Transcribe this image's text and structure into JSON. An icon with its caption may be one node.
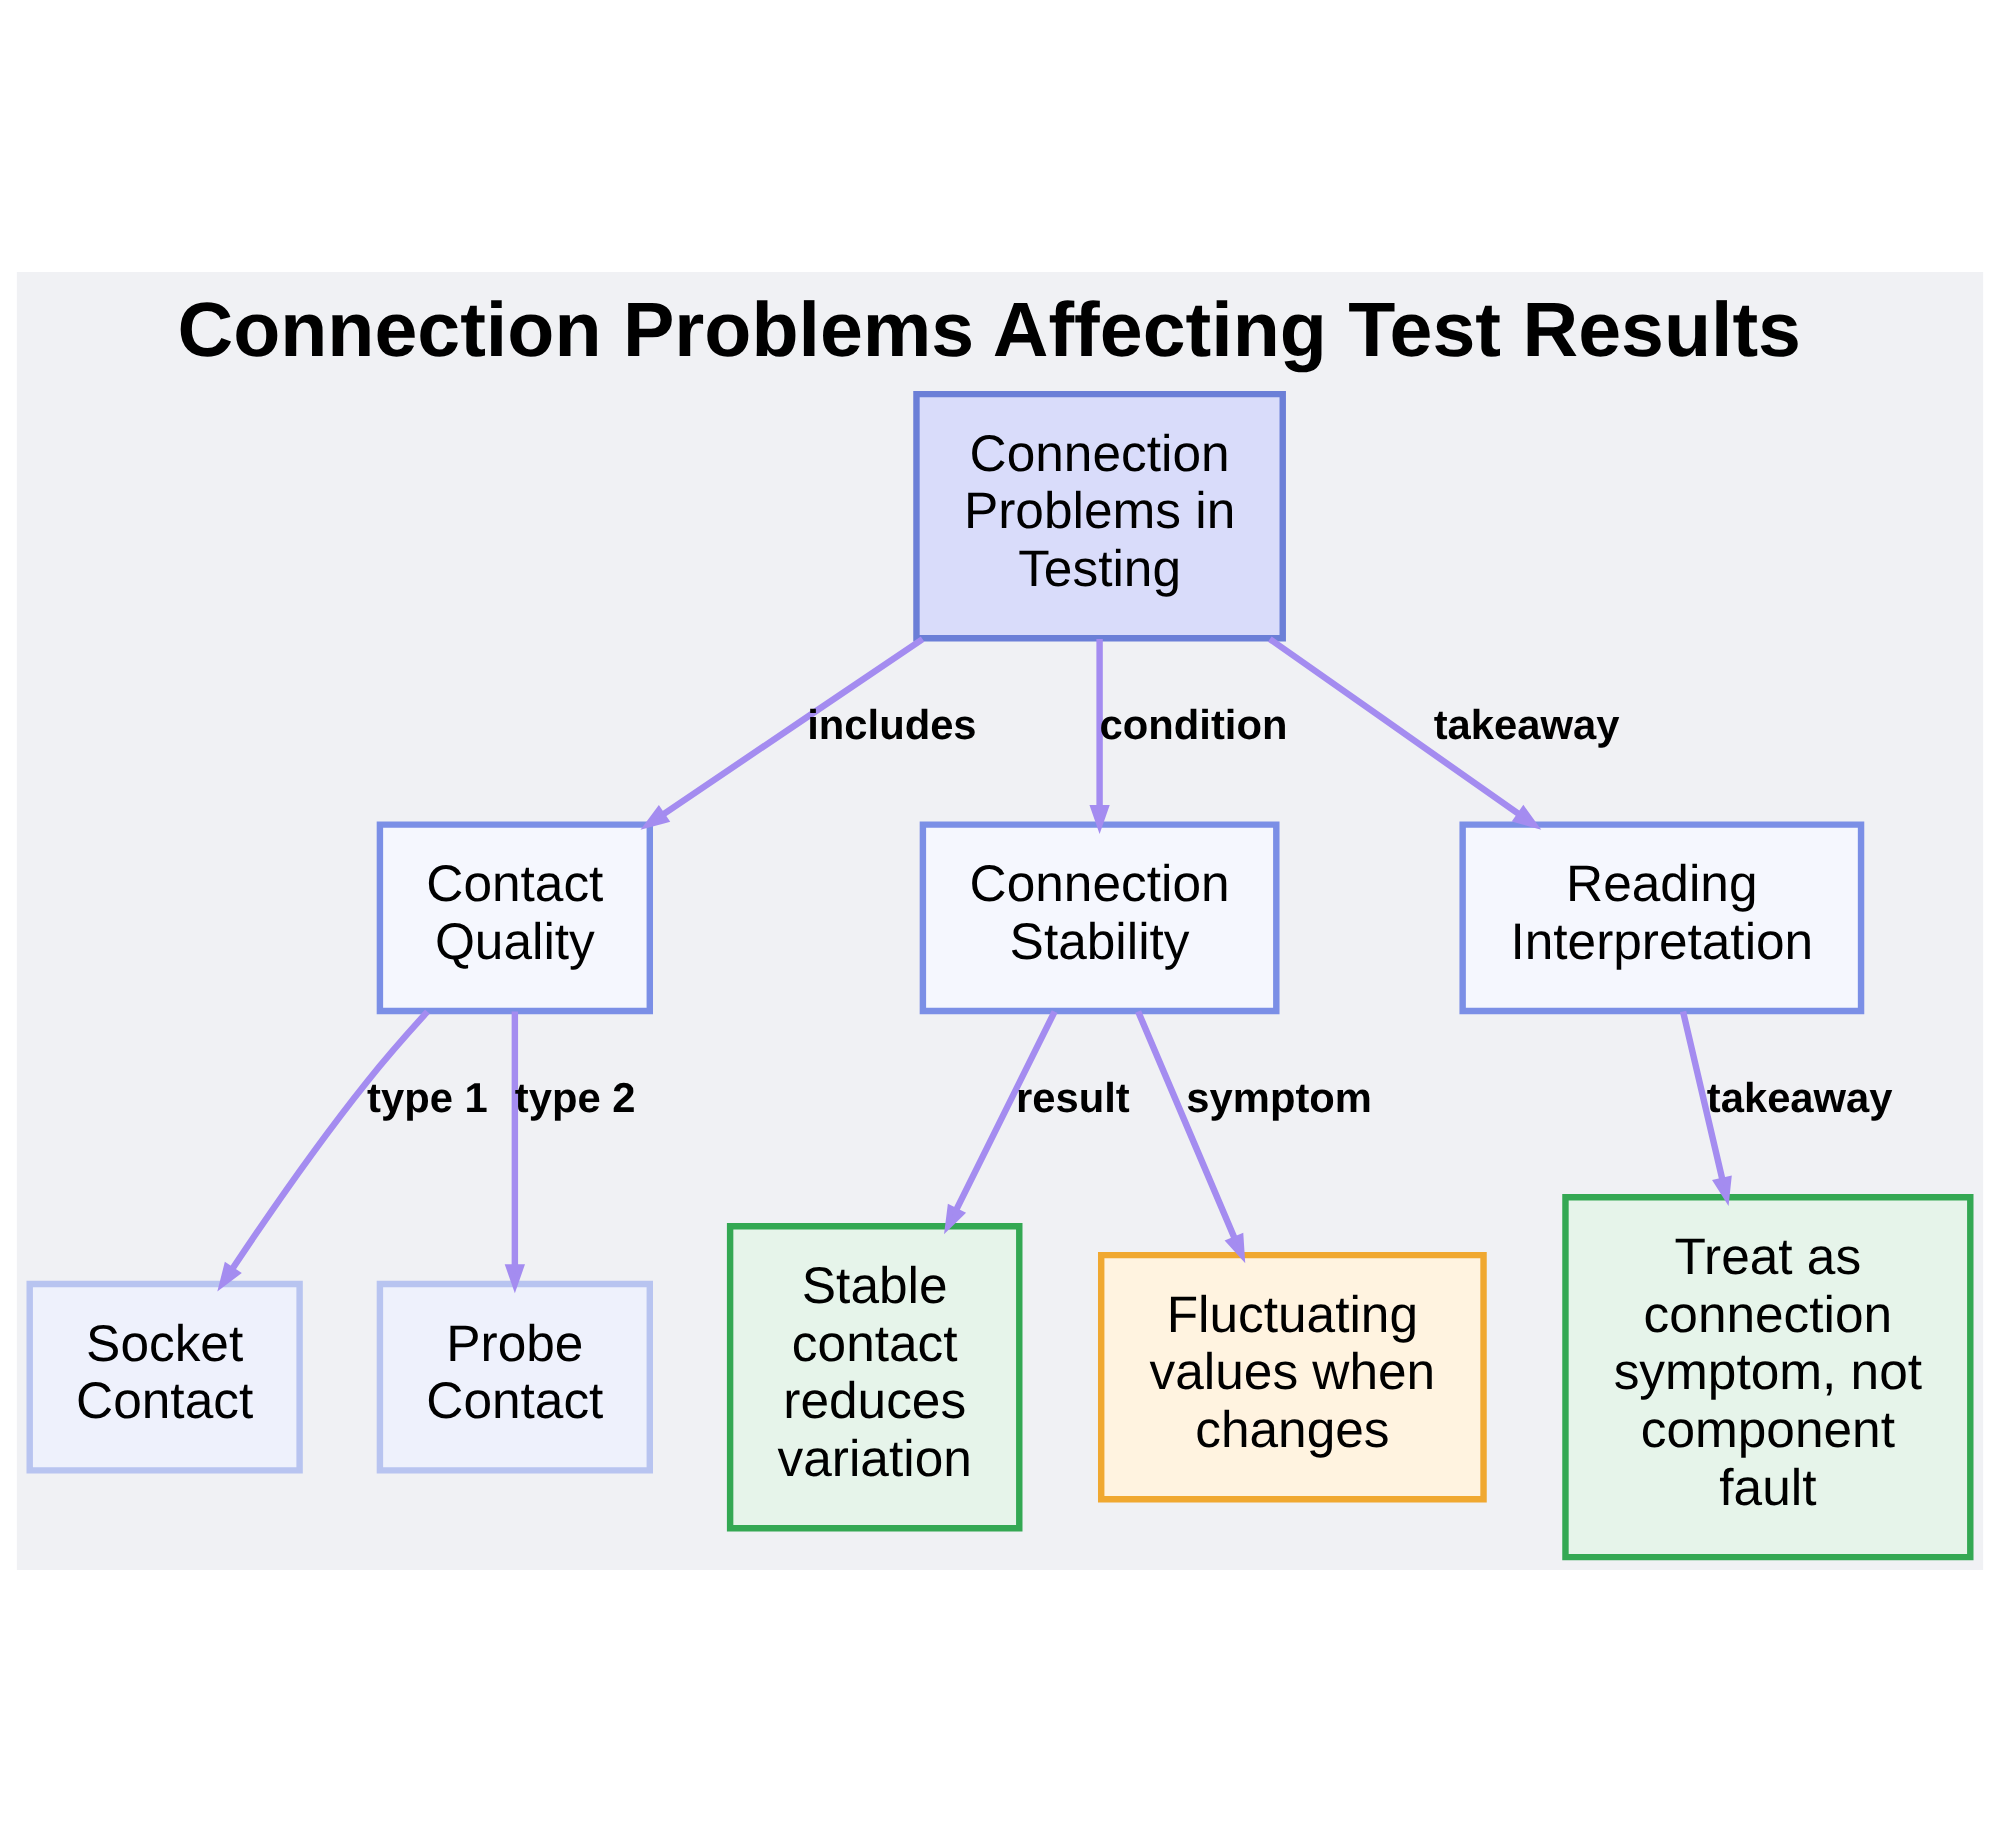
{
  "diagram": {
    "title": "Connection Problems Affecting Test Results",
    "nodes": [
      {
        "text": [
          "Connection Problems in Testing"
        ]
      },
      {
        "text": [
          "Contact Quality"
        ]
      },
      {
        "text": [
          "Connection Stability"
        ]
      },
      {
        "text": [
          "Reading Interpretation"
        ]
      },
      {
        "text": [
          "Socket Contact"
        ]
      },
      {
        "text": [
          "Probe Contact"
        ]
      },
      {
        "text": [
          "Stable contact reduces variation"
        ]
      },
      {
        "text": [
          "Fluctuating values when changes"
        ]
      },
      {
        "text": [
          "Treat as connection symptom, not component fault"
        ]
      }
    ],
    "edges": [
      {
        "from": 0,
        "to": 1,
        "arrow": "to",
        "label": "includes"
      },
      {
        "from": 0,
        "to": 2,
        "arrow": "to",
        "label": "condition"
      },
      {
        "from": 0,
        "to": 3,
        "arrow": "to",
        "label": "takeaway"
      },
      {
        "from": 1,
        "to": 4,
        "arrow": "to",
        "label": "type 1"
      },
      {
        "from": 1,
        "to": 5,
        "arrow": "to",
        "label": "type 2"
      },
      {
        "from": 2,
        "to": 6,
        "arrow": "to",
        "label": "result"
      },
      {
        "from": 2,
        "to": 7,
        "arrow": "to",
        "label": "symptom"
      },
      {
        "from": 3,
        "to": 8,
        "arrow": "to",
        "label": "takeaway"
      }
    ]
  }
}
